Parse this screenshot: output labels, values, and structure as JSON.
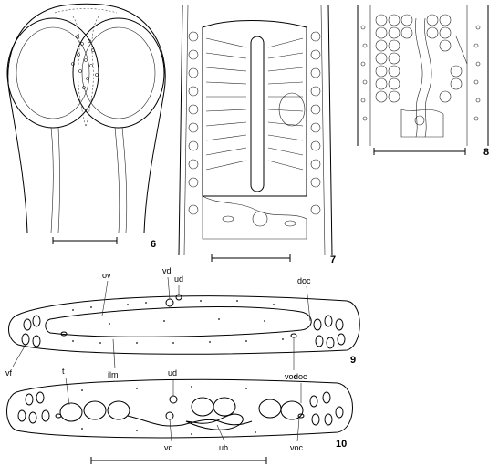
{
  "figure_numbers": {
    "f6": "6",
    "f7": "7",
    "f8": "8",
    "f9": "9",
    "f10": "10"
  },
  "labels_9": {
    "ov": "ov",
    "vd": "vd",
    "ud": "ud",
    "doc": "doc",
    "vf": "vf",
    "ilm": "ilm",
    "voc": "voc"
  },
  "labels_10": {
    "t": "t",
    "ud": "ud",
    "doc": "doc",
    "vd": "vd",
    "ub": "ub",
    "voc": "voc"
  },
  "colors": {
    "ink": "#000000",
    "background": "#ffffff",
    "stipple": "#444444"
  }
}
